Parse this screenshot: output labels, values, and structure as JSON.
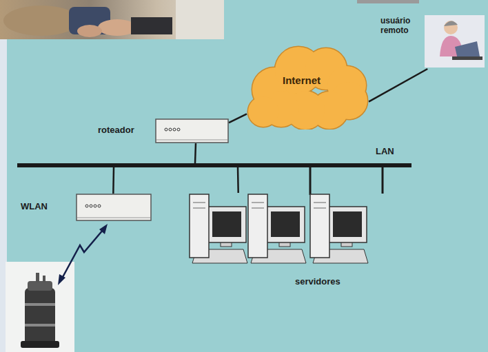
{
  "diagram": {
    "nodes": [
      {
        "text": [
          "Internet"
        ]
      },
      {
        "text": [
          "usuário remoto"
        ]
      },
      {
        "text": [
          "roteador"
        ]
      },
      {
        "text": [
          "LAN"
        ]
      },
      {
        "text": [
          "WLAN"
        ]
      },
      {
        "text": [
          "servidores"
        ]
      }
    ],
    "edges": [
      {
        "from": 0,
        "to": 1,
        "arrow": "none"
      },
      {
        "from": 0,
        "to": 2,
        "arrow": "none"
      },
      {
        "from": 2,
        "to": 3,
        "arrow": "none"
      },
      {
        "from": 3,
        "to": 4,
        "arrow": "none"
      },
      {
        "from": 3,
        "to": 5,
        "arrow": "none"
      }
    ]
  }
}
